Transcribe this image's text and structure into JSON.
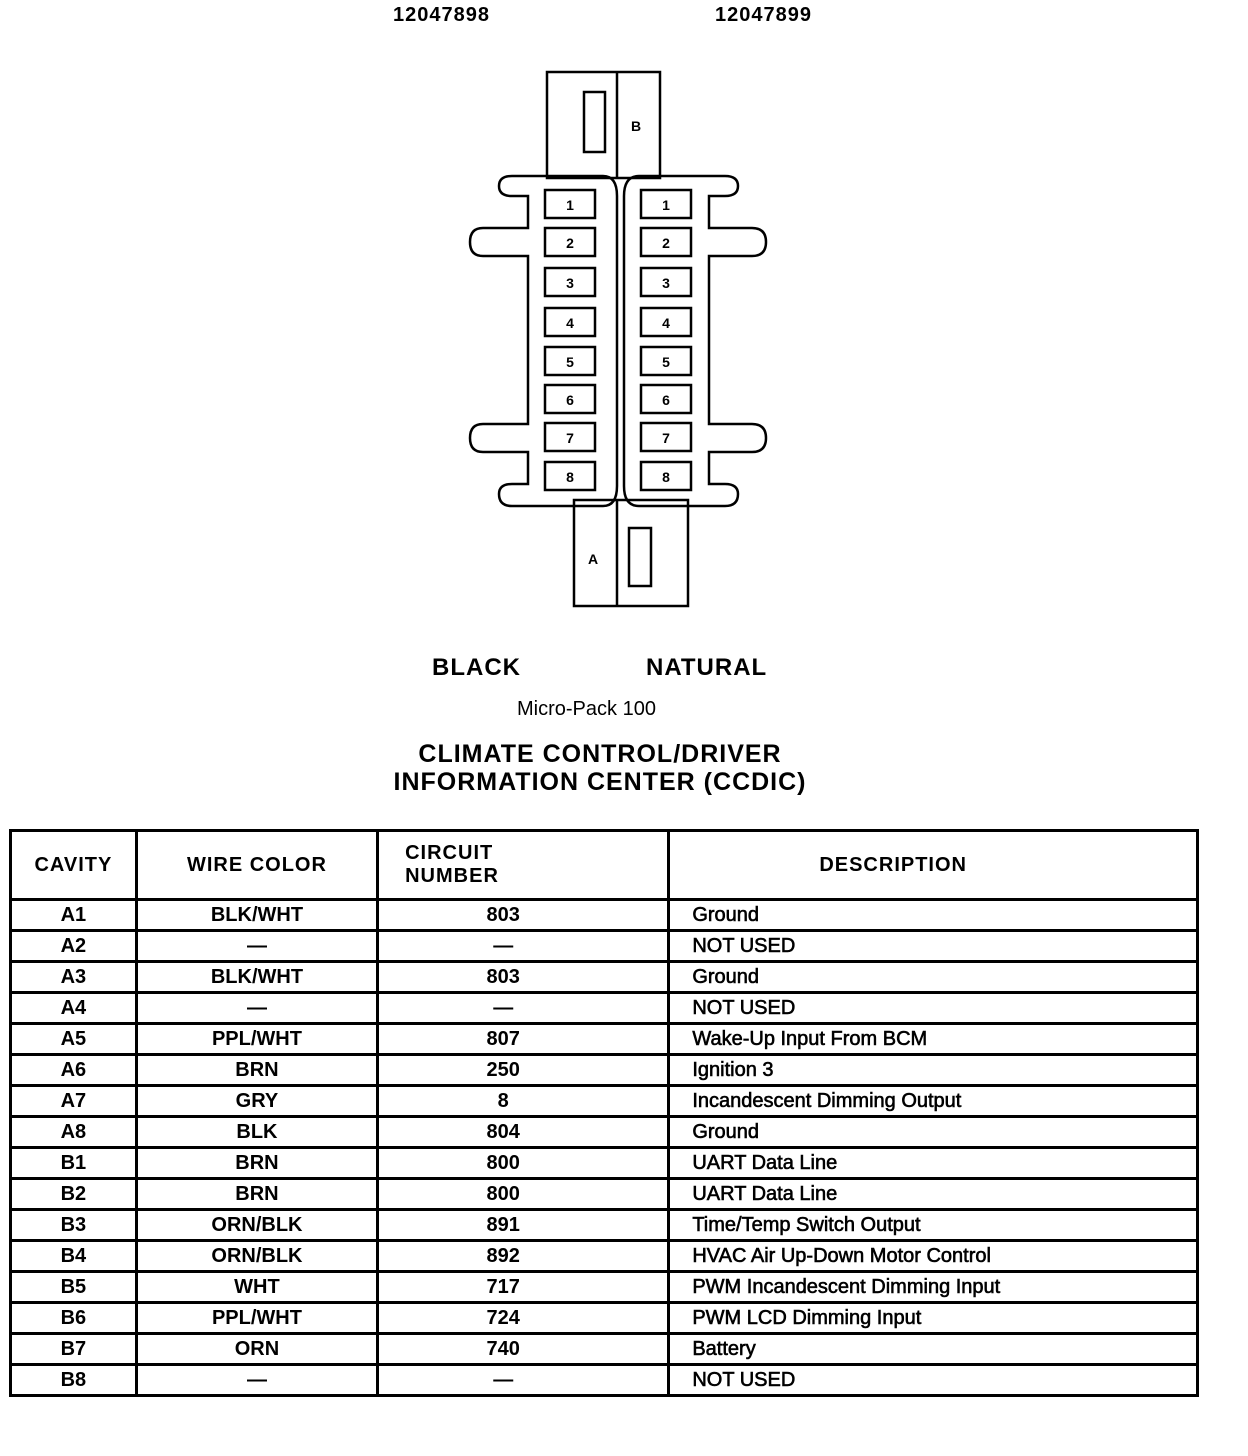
{
  "part_numbers": {
    "left": "12047898",
    "right": "12047899"
  },
  "connector": {
    "half_b_label": "B",
    "half_a_label": "A",
    "cavities_left": [
      "1",
      "2",
      "3",
      "4",
      "5",
      "6",
      "7",
      "8"
    ],
    "cavities_right": [
      "1",
      "2",
      "3",
      "4",
      "5",
      "6",
      "7",
      "8"
    ]
  },
  "color_labels": {
    "left": "BLACK",
    "right": "NATURAL"
  },
  "connector_type": "Micro-Pack 100",
  "title_line1": "CLIMATE CONTROL/DRIVER",
  "title_line2": "INFORMATION CENTER (CCDIC)",
  "table": {
    "headers": {
      "cavity": "CAVITY",
      "wire_color": "WIRE COLOR",
      "circuit_line1": "CIRCUIT",
      "circuit_line2": "NUMBER",
      "description": "DESCRIPTION"
    },
    "rows": [
      {
        "cavity": "A1",
        "wire": "BLK/WHT",
        "circuit": "803",
        "desc": "Ground"
      },
      {
        "cavity": "A2",
        "wire": "—",
        "circuit": "—",
        "desc": "NOT USED"
      },
      {
        "cavity": "A3",
        "wire": "BLK/WHT",
        "circuit": "803",
        "desc": "Ground"
      },
      {
        "cavity": "A4",
        "wire": "—",
        "circuit": "—",
        "desc": "NOT USED"
      },
      {
        "cavity": "A5",
        "wire": "PPL/WHT",
        "circuit": "807",
        "desc": "Wake-Up Input From BCM"
      },
      {
        "cavity": "A6",
        "wire": "BRN",
        "circuit": "250",
        "desc": "Ignition 3"
      },
      {
        "cavity": "A7",
        "wire": "GRY",
        "circuit": "8",
        "desc": "Incandescent Dimming Output"
      },
      {
        "cavity": "A8",
        "wire": "BLK",
        "circuit": "804",
        "desc": "Ground"
      },
      {
        "cavity": "B1",
        "wire": "BRN",
        "circuit": "800",
        "desc": "UART Data Line"
      },
      {
        "cavity": "B2",
        "wire": "BRN",
        "circuit": "800",
        "desc": "UART Data Line"
      },
      {
        "cavity": "B3",
        "wire": "ORN/BLK",
        "circuit": "891",
        "desc": "Time/Temp Switch Output"
      },
      {
        "cavity": "B4",
        "wire": "ORN/BLK",
        "circuit": "892",
        "desc": "HVAC Air Up-Down Motor Control"
      },
      {
        "cavity": "B5",
        "wire": "WHT",
        "circuit": "717",
        "desc": "PWM Incandescent Dimming Input"
      },
      {
        "cavity": "B6",
        "wire": "PPL/WHT",
        "circuit": "724",
        "desc": "PWM LCD Dimming Input"
      },
      {
        "cavity": "B7",
        "wire": "ORN",
        "circuit": "740",
        "desc": "Battery"
      },
      {
        "cavity": "B8",
        "wire": "—",
        "circuit": "—",
        "desc": "NOT USED"
      }
    ]
  }
}
